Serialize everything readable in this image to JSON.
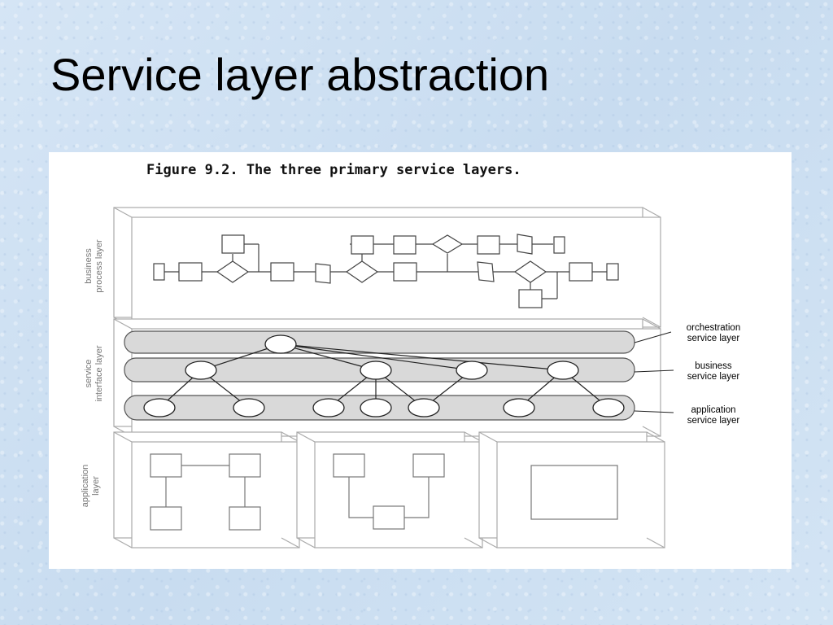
{
  "slide": {
    "title": "Service layer abstraction"
  },
  "figure": {
    "caption": "Figure 9.2. The three primary service layers.",
    "layers": {
      "business_process": [
        "business",
        "process layer"
      ],
      "service_interface": [
        "service",
        "interface layer"
      ],
      "application": [
        "application",
        "layer"
      ]
    },
    "side_labels": {
      "orchestration": [
        "orchestration",
        "service layer"
      ],
      "business": [
        "business",
        "service layer"
      ],
      "application": [
        "application",
        "service layer"
      ]
    }
  },
  "colors": {
    "background": "#cfe1f3",
    "figure_background": "#ffffff",
    "diagram_stroke": "#555555",
    "box_edge": "#aaaaaa"
  }
}
